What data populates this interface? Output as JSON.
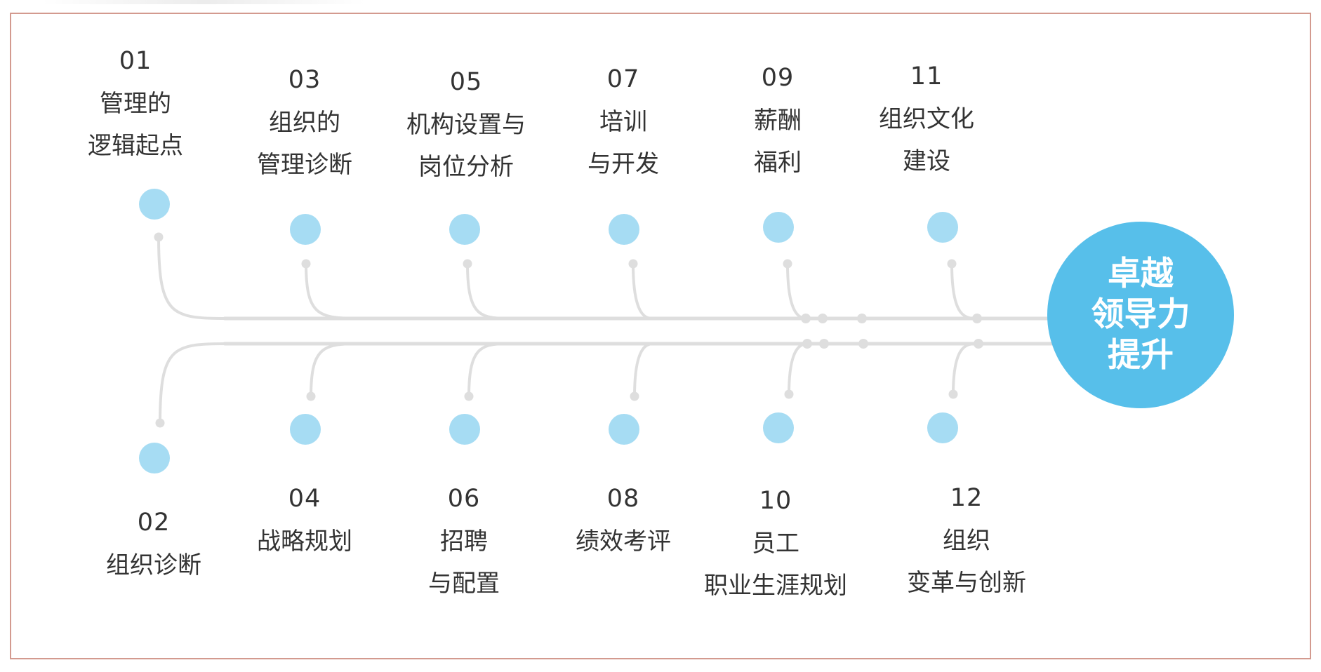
{
  "hub": {
    "lines": [
      "卓越",
      "领导力",
      "提升"
    ],
    "color": "#57bfea"
  },
  "dot_color": "#a6dcf3",
  "line_color": "#dedede",
  "items": [
    {
      "num": "01",
      "lines": [
        "管理的",
        "逻辑起点"
      ]
    },
    {
      "num": "02",
      "lines": [
        "组织诊断"
      ]
    },
    {
      "num": "03",
      "lines": [
        "组织的",
        "管理诊断"
      ]
    },
    {
      "num": "04",
      "lines": [
        "战略规划"
      ]
    },
    {
      "num": "05",
      "lines": [
        "机构设置与",
        "岗位分析"
      ]
    },
    {
      "num": "06",
      "lines": [
        "招聘",
        "与配置"
      ]
    },
    {
      "num": "07",
      "lines": [
        "培训",
        "与开发"
      ]
    },
    {
      "num": "08",
      "lines": [
        "绩效考评"
      ]
    },
    {
      "num": "09",
      "lines": [
        "薪酬",
        "福利"
      ]
    },
    {
      "num": "10",
      "lines": [
        "员工",
        "职业生涯规划"
      ]
    },
    {
      "num": "11",
      "lines": [
        "组织文化",
        "建设"
      ]
    },
    {
      "num": "12",
      "lines": [
        "组织",
        "变革与创新"
      ]
    }
  ]
}
